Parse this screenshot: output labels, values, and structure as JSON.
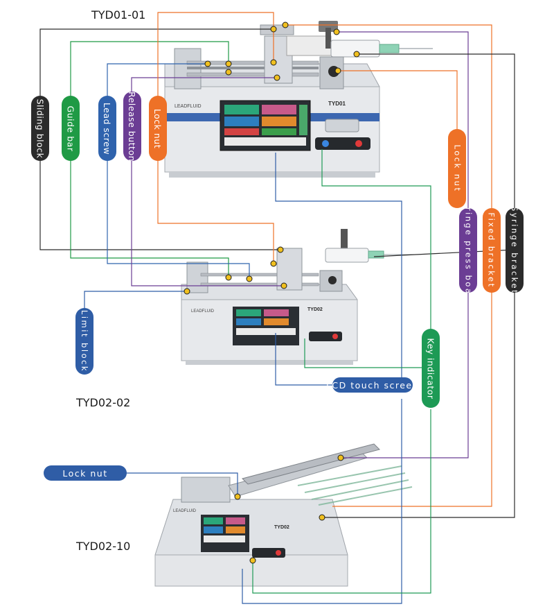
{
  "models": {
    "top": "TYD01-01",
    "middle": "TYD02-02",
    "bottom": "TYD02-10"
  },
  "labels": {
    "sliding_block": "Sliding block",
    "guide_bar": "Guide bar",
    "lead_screw": "Lead screw",
    "release_button": "Release button",
    "lock_nut_left": "Lock nut",
    "lock_nut_right": "Lock nut",
    "syringe_press_board": "Syringe press board",
    "fixed_bracket": "Fixed bracket",
    "syringe_bracket": "Syringe bracket",
    "limit_block": "Limit block",
    "lcd_touch_screen": "LCD touch screen",
    "key_indicator": "Key indicator",
    "lock_nut_bottom": "Lock nut"
  },
  "device_text": {
    "brand": "LEADFLUID",
    "model_top": "TYD01",
    "model_middle": "TYD02",
    "model_bottom": "TYD02"
  },
  "colors": {
    "black": "#2b2b2b",
    "green": "#1f9a45",
    "blue": "#2f63ad",
    "purple": "#6b3d94",
    "orange": "#ee7127",
    "teal": "#1d9a55",
    "navy": "#2f5da6"
  }
}
